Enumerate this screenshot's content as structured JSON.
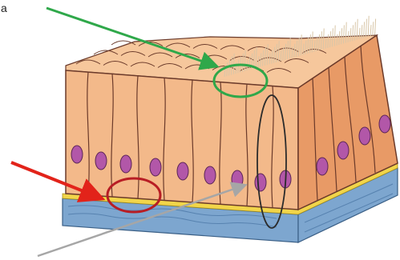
{
  "figure": {
    "panel_label": "a",
    "subject": "epithelium-block-illustration"
  },
  "colors": {
    "cell_fill": "#f3b98a",
    "cell_side_fill": "#e89a66",
    "cell_outline": "#6b3a2a",
    "nucleus_fill": "#b257a8",
    "basement_membrane": "#f1d54a",
    "connective_tissue": "#7da6cf",
    "cilia": "#d8c6a8",
    "arrow_green": "#2fa84a",
    "arrow_red": "#e2231a",
    "arrow_gray": "#a6a6a6",
    "circle_green": "#2fa84a",
    "circle_red": "#b81d24",
    "ellipse_dark": "#2b2b2b"
  },
  "annotations": [
    {
      "id": "green-arrow",
      "points_to": "cilia-region"
    },
    {
      "id": "red-arrow",
      "points_to": "cell-base"
    },
    {
      "id": "gray-arrow",
      "points_to": "nucleus"
    }
  ]
}
